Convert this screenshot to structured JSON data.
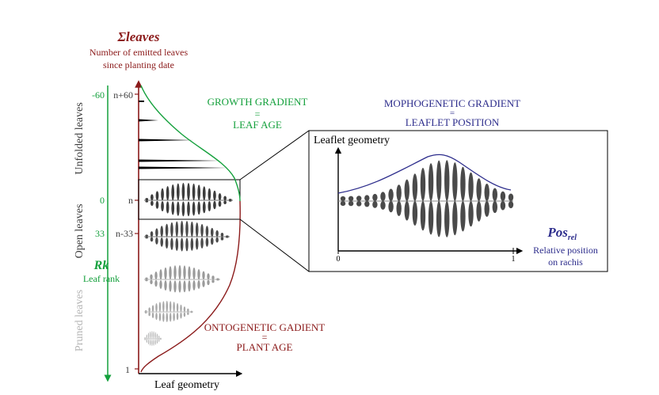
{
  "colors": {
    "red": "#8b1a1a",
    "green": "#14a03c",
    "blue": "#2d2d8c",
    "dark_gray": "#3c3c3c",
    "mid_gray": "#7a7a7a",
    "light_gray": "#b4b4b4",
    "black": "#000000"
  },
  "sum_leaves": {
    "symbol": "Σleaves",
    "line1": "Number of emitted leaves",
    "line2": "since planting date"
  },
  "groups": {
    "unfolded": "Unfolded leaves",
    "open": "Open leaves",
    "pruned": "Pruned leaves"
  },
  "rank": {
    "symbol": "Rk",
    "label": "Leaf rank",
    "ticks": [
      "-60",
      "0",
      "33"
    ]
  },
  "leaf_ticks": [
    "n+60",
    "n",
    "n-33",
    "1"
  ],
  "growth_gradient": {
    "line1": "GROWTH GRADIENT",
    "line2": "=",
    "line3": "LEAF AGE"
  },
  "ontogenetic_gradient": {
    "line1": "ONTOGENETIC GADIENT",
    "line2": "=",
    "line3": "PLANT AGE"
  },
  "morphogenetic_gradient": {
    "line1": "MOPHOGENETIC GRADIENT",
    "line2": "=",
    "line3": "LEAFLET POSITION"
  },
  "x_axis_label": "Leaf geometry",
  "inset": {
    "y_label": "Leaflet geometry",
    "pos_symbol": "Pos",
    "pos_subscript": "rel",
    "pos_line1": "Relative position",
    "pos_line2": "on rachis",
    "tick_start": "0",
    "tick_end": "1"
  }
}
